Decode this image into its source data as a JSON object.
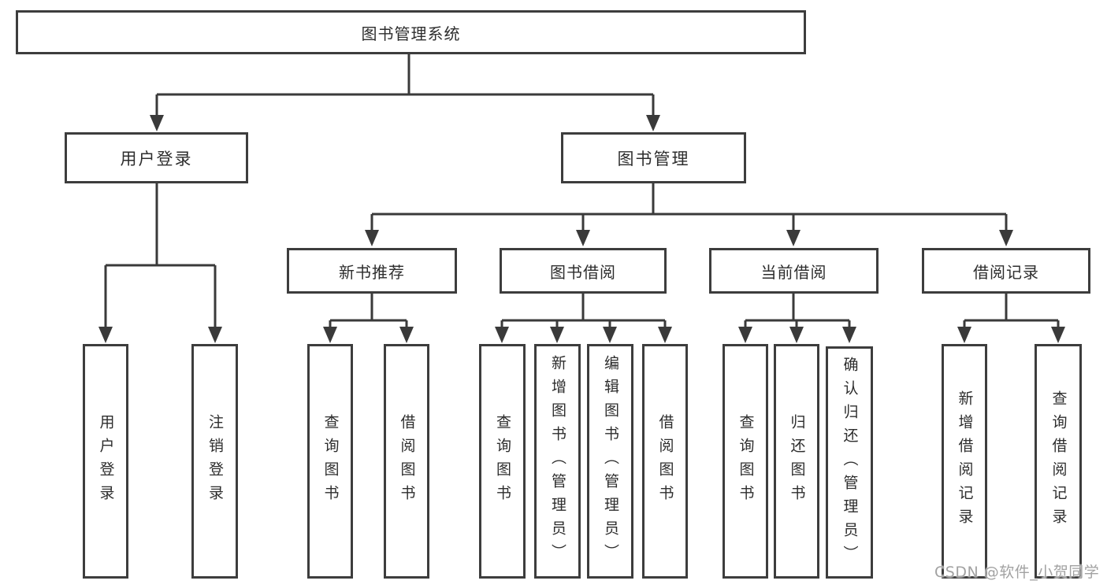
{
  "diagram": {
    "root": {
      "label": "图书管理系统"
    },
    "level2": [
      {
        "label": "用户登录",
        "parent": "图书管理系统"
      },
      {
        "label": "图书管理",
        "parent": "图书管理系统"
      }
    ],
    "level3": [
      {
        "label": "新书推荐",
        "parent": "图书管理"
      },
      {
        "label": "图书借阅",
        "parent": "图书管理"
      },
      {
        "label": "当前借阅",
        "parent": "图书管理"
      },
      {
        "label": "借阅记录",
        "parent": "图书管理"
      }
    ],
    "leaves": [
      {
        "label": "用户登录",
        "parent": "用户登录"
      },
      {
        "label": "注销登录",
        "parent": "用户登录"
      },
      {
        "label": "查询图书",
        "parent": "新书推荐"
      },
      {
        "label": "借阅图书",
        "parent": "新书推荐"
      },
      {
        "label": "查询图书",
        "parent": "图书借阅"
      },
      {
        "label": "新增图书（管理员）",
        "parent": "图书借阅"
      },
      {
        "label": "编辑图书（管理员）",
        "parent": "图书借阅"
      },
      {
        "label": "借阅图书",
        "parent": "图书借阅"
      },
      {
        "label": "查询图书",
        "parent": "当前借阅"
      },
      {
        "label": "归还图书",
        "parent": "当前借阅"
      },
      {
        "label": "确认归还（管理员）",
        "parent": "当前借阅"
      },
      {
        "label": "新增借阅记录",
        "parent": "借阅记录"
      },
      {
        "label": "查询借阅记录",
        "parent": "借阅记录"
      }
    ]
  },
  "watermark": {
    "text": "CSDN @软件_小贺同学"
  },
  "colors": {
    "background": "#ffffff",
    "box_border": "#3d3d3d",
    "connector_line": "#3a3a3a",
    "text": "#2d2d2d",
    "watermark": "#a2a2a2"
  }
}
